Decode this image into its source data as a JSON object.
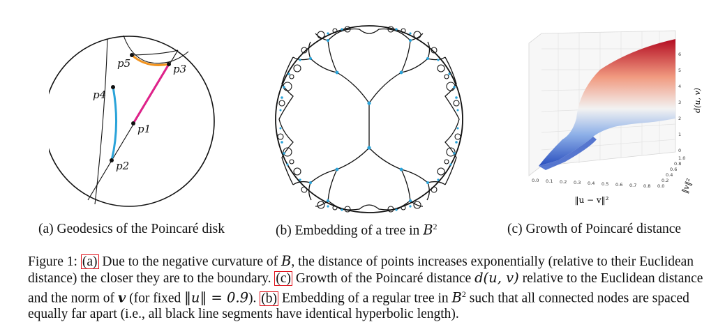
{
  "panel_a": {
    "point_labels": [
      "p5",
      "p3",
      "p4",
      "p1",
      "p2"
    ],
    "colors": {
      "orange": "#f29420",
      "magenta": "#e0218a",
      "cyan": "#2aa3d9"
    },
    "caption": "(a) Geodesics of the Poincaré disk"
  },
  "panel_b": {
    "caption_text": "(b) Embedding of a tree in ",
    "caption_math": "B",
    "caption_sup": "2"
  },
  "panel_c": {
    "caption": "(c) Growth of Poincaré distance",
    "z_label": "d(u, v)",
    "x_label": "‖u − v‖²",
    "y_label": "‖v‖²",
    "z_ticks": [
      "0",
      "1",
      "2",
      "3",
      "4",
      "5",
      "6"
    ],
    "x_ticks": [
      "0.0",
      "0.1",
      "0.2",
      "0.3",
      "0.4",
      "0.5",
      "0.6",
      "0.7",
      "0.8"
    ],
    "y_ticks": [
      "0.0",
      "0.2",
      "0.4",
      "0.6",
      "0.8",
      "1.0"
    ],
    "colors": {
      "high": "#b30c22",
      "mid": "#f2f2f2",
      "low": "#2a4fbf"
    }
  },
  "caption": {
    "label": "Figure 1:",
    "ref_a": "(a)",
    "t1": " Due to the negative curvature of ",
    "calB": "B",
    "t2": ", the distance of points increases exponentially (relative to their Euclidean distance) the closer they are to the boundary. ",
    "ref_c": "(c)",
    "t3": " Growth of the Poincaré distance ",
    "m1": "d(u, v)",
    "t4": " relative to the Euclidean distance and the norm of ",
    "m2": "v",
    "t5": " (for fixed ",
    "m3": "‖u‖ = 0.9",
    "t6": "). ",
    "ref_b": "(b)",
    "t7": " Embedding of a regular tree in ",
    "calB2": "B",
    "sup2": "2",
    "t8": " such that all connected nodes are spaced equally far apart (i.e., all black line segments have identical hyperbolic length)."
  }
}
